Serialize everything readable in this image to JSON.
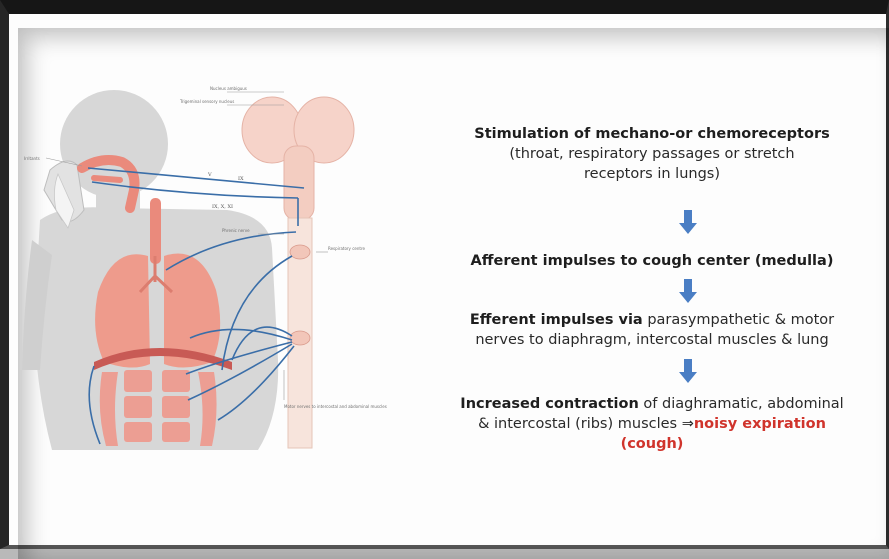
{
  "figure": {
    "labels": {
      "nucleus_ambiguus": "Nucleus ambiguus",
      "trigeminal": "Trigeminal sensory nucleus",
      "irritants": "Irritants",
      "phrenic": "Phrenic nerve",
      "respiratory_centre": "Respiratory centre",
      "motor_nerves": "Motor nerves to intercostal and abdominal muscles",
      "nerve_v": "V",
      "nerve_ix": "IX",
      "nerve_x": "IX, X, XI"
    }
  },
  "flow": {
    "step1": {
      "bold": "Stimulation of mechano-or chemoreceptors",
      "line2": "(throat, respiratory passages or stretch",
      "line3": "receptors in lungs)"
    },
    "step2": {
      "bold": "Afferent impulses to cough center (medulla)"
    },
    "step3": {
      "bold": "Efferent impulses via",
      "rest": " parasympathetic & motor",
      "line2": "nerves to diaphragm, intercostal muscles & lung"
    },
    "step4": {
      "bold": "Increased contraction",
      "rest": " of diaghramatic, abdominal",
      "line2": "& intercostal (ribs) muscles ⇒",
      "red1": "noisy expiration",
      "red2": "(cough)"
    }
  },
  "colors": {
    "arrow": "#4a7ec4",
    "highlight": "#d0342c",
    "nerve": "#3a6ea8",
    "lung": "#ee9b8c",
    "body": "#d7d7d7"
  }
}
